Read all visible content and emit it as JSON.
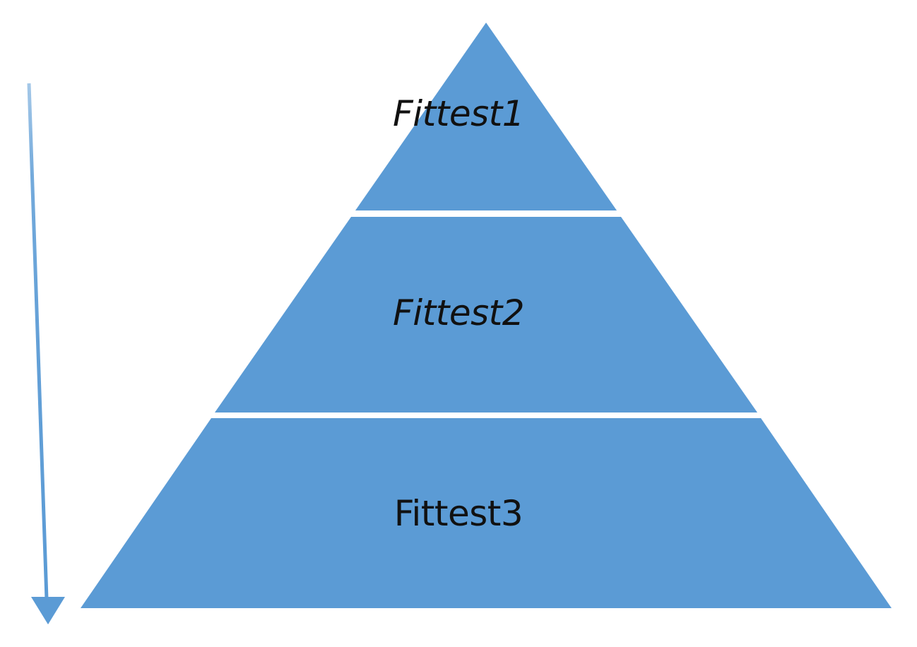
{
  "diagram": {
    "type": "pyramid",
    "title": "",
    "background_color": "#ffffff",
    "shape_color": "#5B9BD5",
    "label_color": "#111111",
    "tiers": [
      {
        "id": "tier-1",
        "label": "Fittest1",
        "rank": 1,
        "position": "top",
        "italic": true,
        "fill": "#5B9BD5"
      },
      {
        "id": "tier-2",
        "label": "Fittest2",
        "rank": 2,
        "position": "middle",
        "italic": true,
        "fill": "#5B9BD5"
      },
      {
        "id": "tier-3",
        "label": "Fittest3",
        "rank": 3,
        "position": "bottom",
        "italic": false,
        "fill": "#5B9BD5"
      }
    ],
    "arrow": {
      "id": "ranking-arrow",
      "label": "",
      "direction": "down",
      "color": "#5B9BD5",
      "position": "left"
    }
  },
  "chart_data": {
    "type": "pyramid",
    "title": "",
    "categories": [
      "Fittest1",
      "Fittest2",
      "Fittest3"
    ],
    "values": [
      1,
      2,
      3
    ],
    "xlabel": "",
    "ylabel": "",
    "legend": [],
    "annotations": [
      "downward arrow on the left side indicating decreasing fitness from top to bottom"
    ],
    "grid": false
  }
}
